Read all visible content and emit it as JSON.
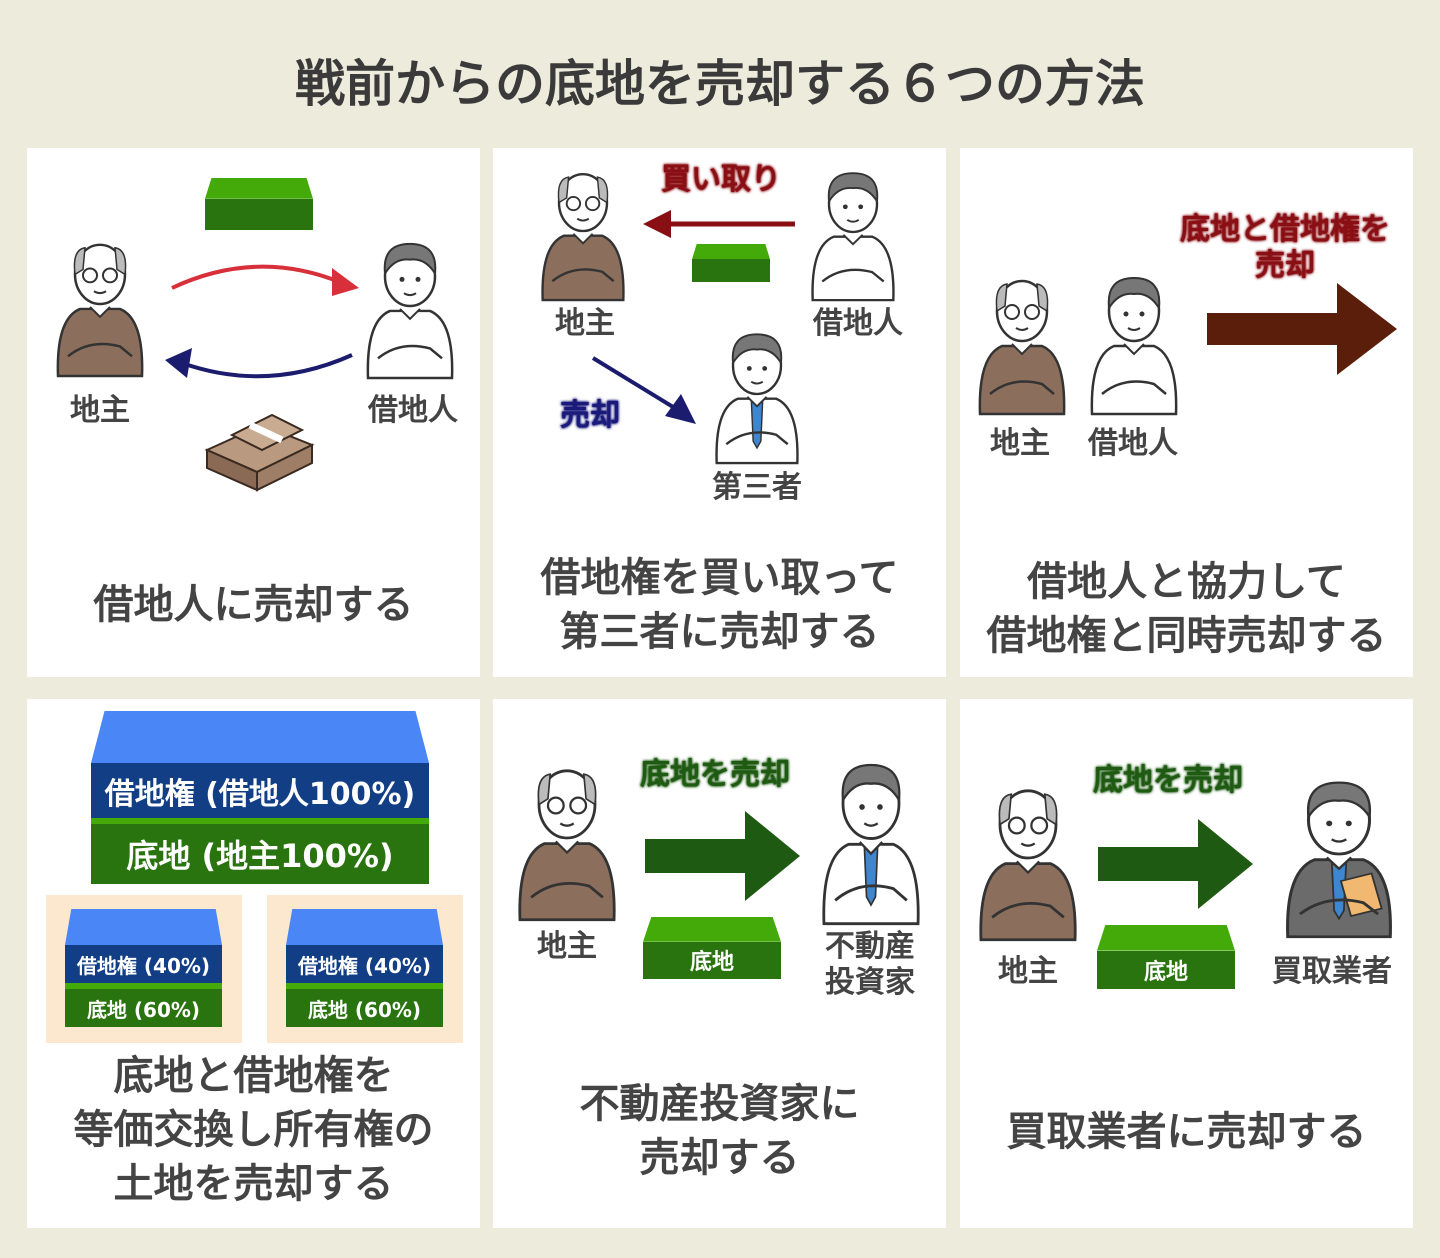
{
  "title": "戦前からの底地を売却する６つの方法",
  "colors": {
    "background": "#ecebdc",
    "green": "#2a7410",
    "blue": "#123e86",
    "red": "#8a0f14",
    "brown": "#5a1e0a"
  },
  "panels": [
    {
      "caption": [
        "借地人に売却する"
      ],
      "landlord": "地主",
      "tenant": "借地人"
    },
    {
      "caption": [
        "借地権を買い取って",
        "第三者に売却する"
      ],
      "landlord": "地主",
      "tenant": "借地人",
      "third": "第三者",
      "buy_tag": "買い取り",
      "sell_tag": "売却"
    },
    {
      "caption": [
        "借地人と協力して",
        "借地権と同時売却する"
      ],
      "landlord": "地主",
      "tenant": "借地人",
      "tag": [
        "底地と借地権を",
        "売却"
      ]
    },
    {
      "caption": [
        "底地と借地権を",
        "等価交換し所有権の",
        "土地を売却する"
      ],
      "big_top": "借地権 (借地人100%)",
      "big_bottom": "底地 (地主100%)",
      "small_top": "借地権 (40%)",
      "small_bottom": "底地 (60%)"
    },
    {
      "caption": [
        "不動産投資家に",
        "売却する"
      ],
      "landlord": "地主",
      "tag": "底地を売却",
      "block": "底地",
      "buyer": [
        "不動産",
        "投資家"
      ]
    },
    {
      "caption": [
        "買取業者に売却する"
      ],
      "landlord": "地主",
      "tag": "底地を売却",
      "block": "底地",
      "buyer": "買取業者"
    }
  ]
}
